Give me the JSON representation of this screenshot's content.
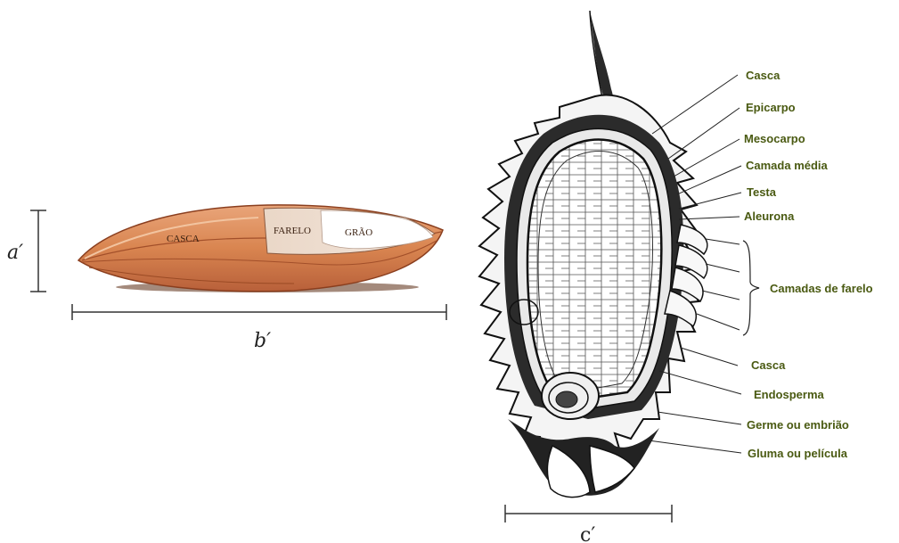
{
  "grain": {
    "labels": {
      "casca": "CASCA",
      "farelo": "FARELO",
      "grao": "GRÃO"
    },
    "dims": {
      "height": "a′",
      "length": "b′"
    }
  },
  "section": {
    "dim": "c′",
    "labels": [
      "Casca",
      "Epicarpo",
      "Mesocarpo",
      "Camada média",
      "Testa",
      "Aleurona",
      "Camadas de farelo",
      "Casca",
      "Endosperma",
      "Germe ou embrião",
      "Gluma ou película"
    ]
  },
  "colors": {
    "label": "#4a5a12",
    "husk": "#d9895a",
    "ink": "#1a1a1a"
  }
}
